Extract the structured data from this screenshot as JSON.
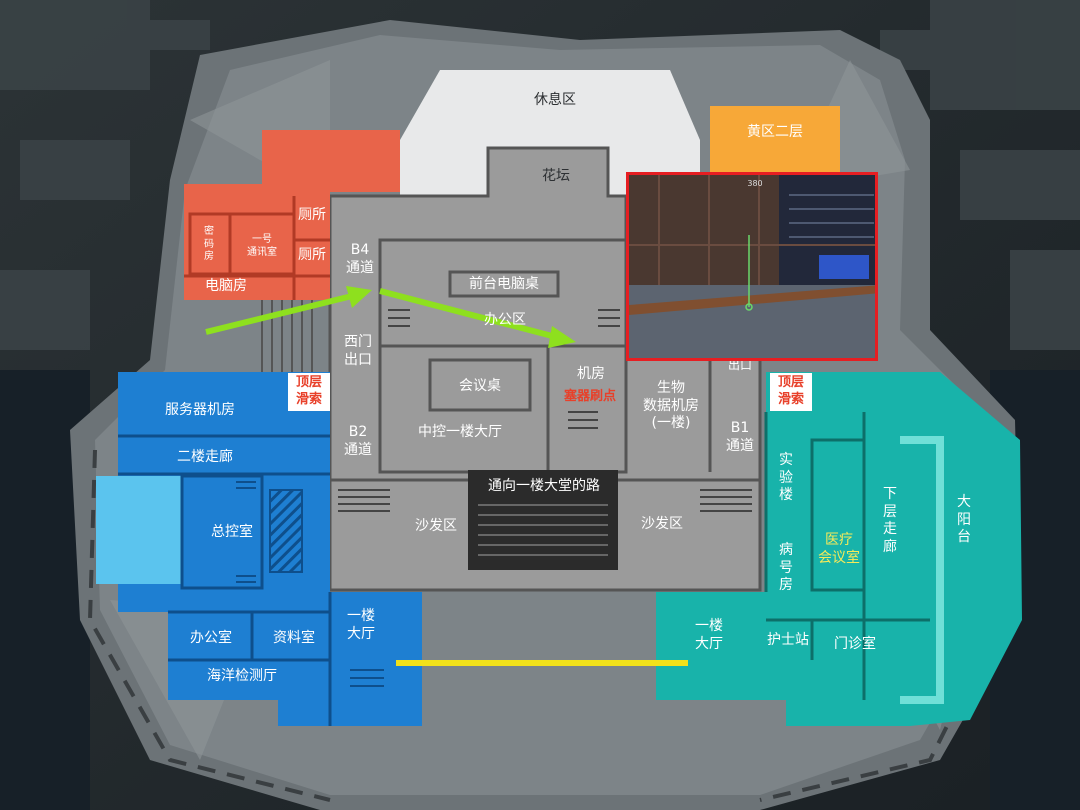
{
  "map": {
    "rooms": {
      "lounge": "休息区",
      "flower_bed": "花坛",
      "yellow_zone_2f": "黄区二层",
      "password_room": "密\n码\n房",
      "comm_room_1": "一号\n通讯室",
      "toilet_1": "厕所",
      "toilet_2": "厕所",
      "computer_room": "电脑房",
      "b4_passage": "B4\n通道",
      "front_desk": "前台电脑桌",
      "office_area": "办公区",
      "west_exit": "西门\n出口",
      "meeting_table": "会议桌",
      "machine_room": "机房",
      "bio_data_room": "生物\n数据机房\n(一楼)",
      "b2_passage": "B2\n通道",
      "control_hall": "中控一楼大厅",
      "b1_passage": "B1\n通道",
      "exit_right": "出口",
      "road_to_lobby": "通向一楼大堂的路",
      "sofa_left": "沙发区",
      "sofa_right": "沙发区",
      "server_room": "服务器机房",
      "corridor_2f": "二楼走廊",
      "control_room": "总控室",
      "office": "办公室",
      "archive": "资料室",
      "lobby_left": "一楼\n大厅",
      "ocean_lab": "海洋检测厅",
      "lab_building": "实\n验\n楼",
      "ward_building": "病\n号\n房",
      "lower_corridor": "下\n层\n走\n廊",
      "sun_deck": "大\n阳\n台",
      "medical_meeting": "医疗\n会议室",
      "nurse_station": "护士站",
      "clinic": "门诊室",
      "lobby_right": "一楼\n大厅"
    },
    "tags": {
      "zipline_left": "顶层\n滑索",
      "zipline_right": "顶层\n滑索",
      "spawn_point": "塞器刷点"
    },
    "colors": {
      "red_zone": "#e8644a",
      "blue_zone": "#1e7fd2",
      "teal_zone": "#18b3aa",
      "gray_zone": "#9b9b9b",
      "orange_zone": "#f7a838",
      "path_arrow": "#8ee01e",
      "route_line": "#f2e11a",
      "inset_border": "#e61e22"
    }
  },
  "inset": {
    "hud_text": "380",
    "description_icon": "screenshot-thumbnail-icon"
  }
}
